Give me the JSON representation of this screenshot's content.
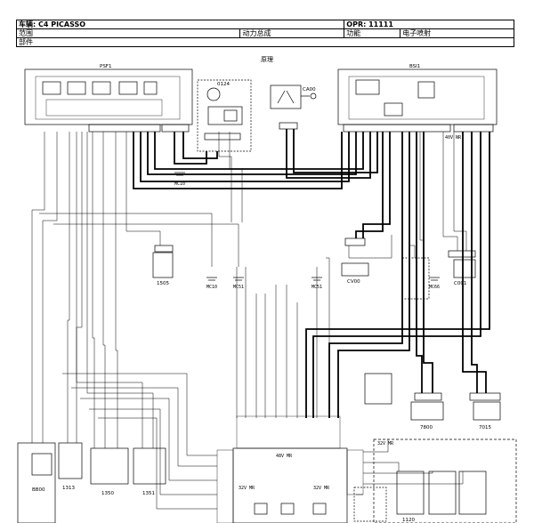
{
  "header": {
    "vehicle_label": "车辆",
    "vehicle_value": ": C4 PICASSO",
    "opr_label": "OPR",
    "opr_value": ": 11111",
    "scope_label": "范围",
    "assembly": "动力总成",
    "function_label": "功能",
    "function_value": "电子喷射",
    "part_label": "部件"
  },
  "diagram": {
    "title": "原理",
    "components": {
      "psf1": "PSF1",
      "bsi1": "BSI1",
      "c0124": "0124",
      "ca00": "CA00",
      "n_1505": "1505",
      "n_7800": "7800",
      "n_7015": "7015",
      "bb00": "BB00",
      "n_1313": "1313",
      "n_1350": "1350",
      "n_1351": "1351",
      "c001": "C001",
      "cv00": "CV00",
      "n_1120": "1120"
    },
    "grounds": {
      "mc10_a": "MC10",
      "mc10_b": "MC10",
      "mc51_a": "MC51",
      "mc51_b": "MC51",
      "mc66": "MC66"
    },
    "connectors": {
      "ecu_48v": "48V MR",
      "ecu_32v": "32V MR",
      "ecu_32v_b": "32V MR",
      "right_32v": "32V MR",
      "bsi_40v": "40V NR"
    }
  }
}
